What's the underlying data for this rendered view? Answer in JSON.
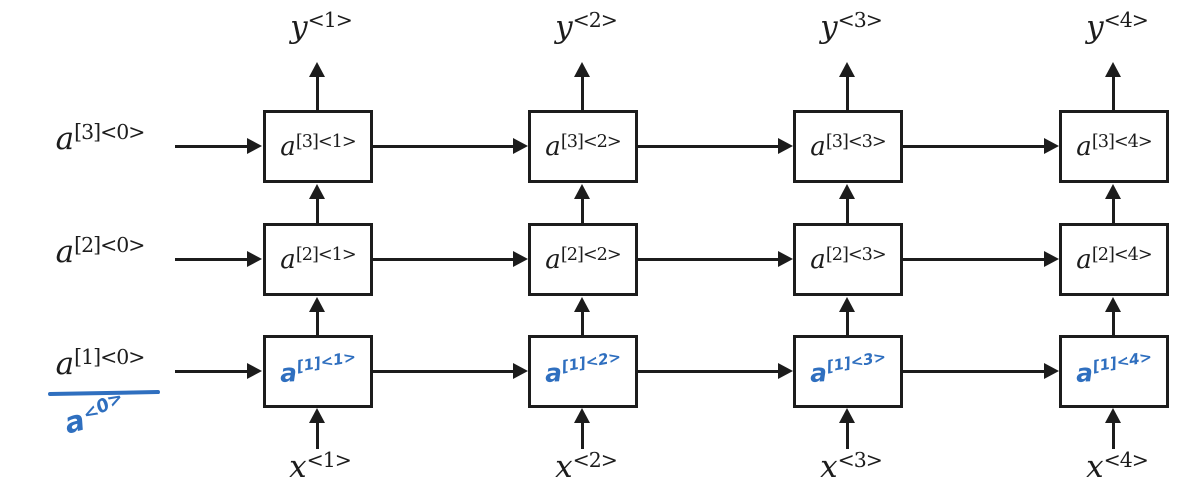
{
  "colors": {
    "ink": "#1c1c1c",
    "box_border": "#1c1c1c",
    "handwriting_blue": "#2f6fbf",
    "background": "#ffffff"
  },
  "outputs": [
    {
      "base": "y",
      "sup": "<1>"
    },
    {
      "base": "y",
      "sup": "<2>"
    },
    {
      "base": "y",
      "sup": "<3>"
    },
    {
      "base": "y",
      "sup": "<4>"
    }
  ],
  "inputs": [
    {
      "base": "x",
      "sup": "<1>"
    },
    {
      "base": "x",
      "sup": "<2>"
    },
    {
      "base": "x",
      "sup": "<3>"
    },
    {
      "base": "x",
      "sup": "<4>"
    }
  ],
  "initial_states": [
    {
      "base": "a",
      "sup": "[3]<0>"
    },
    {
      "base": "a",
      "sup": "[2]<0>"
    },
    {
      "base": "a",
      "sup": "[1]<0>"
    }
  ],
  "handwritten_annotation": {
    "base": "a",
    "sup": "<0>"
  },
  "grid": {
    "rows": [
      {
        "layer": "3",
        "cells": [
          {
            "base": "a",
            "sup": "[3]<1>"
          },
          {
            "base": "a",
            "sup": "[3]<2>"
          },
          {
            "base": "a",
            "sup": "[3]<3>"
          },
          {
            "base": "a",
            "sup": "[3]<4>"
          }
        ]
      },
      {
        "layer": "2",
        "cells": [
          {
            "base": "a",
            "sup": "[2]<1>"
          },
          {
            "base": "a",
            "sup": "[2]<2>"
          },
          {
            "base": "a",
            "sup": "[2]<3>"
          },
          {
            "base": "a",
            "sup": "[2]<4>"
          }
        ]
      },
      {
        "layer": "1",
        "handwritten": true,
        "cells": [
          {
            "base": "a",
            "sup": "[1]<1>"
          },
          {
            "base": "a",
            "sup": "[1]<2>"
          },
          {
            "base": "a",
            "sup": "[1]<3>"
          },
          {
            "base": "a",
            "sup": "[1]<4>"
          }
        ]
      }
    ]
  }
}
